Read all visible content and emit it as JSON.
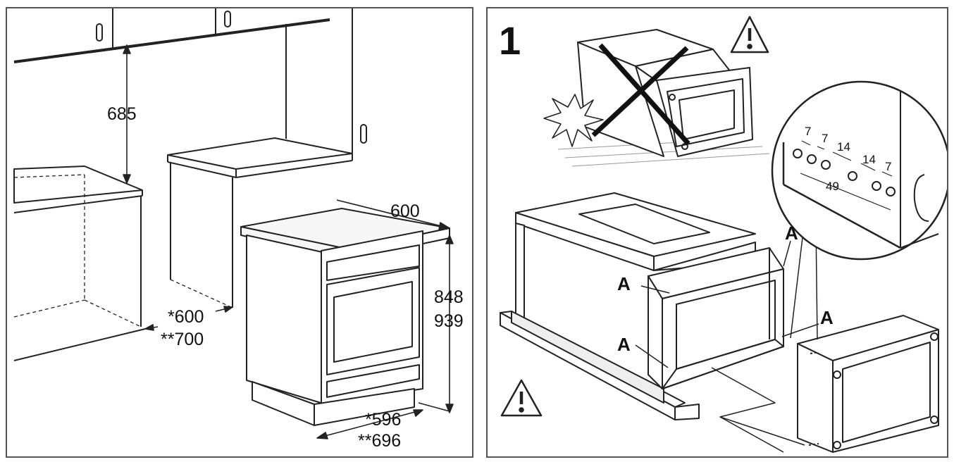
{
  "left_panel": {
    "dimensions": {
      "wall_height": "685",
      "cooker_depth": "600",
      "height_a": "848",
      "height_b": "939",
      "counter_depth_a": "*600",
      "counter_depth_b": "**700",
      "width_a": "*596",
      "width_b": "**696"
    }
  },
  "right_panel": {
    "step_number": "1",
    "hole_spacing": {
      "s1": "7",
      "s2": "7",
      "s3": "14",
      "s4": "14",
      "s5": "7",
      "total": "49"
    },
    "labels": {
      "a1": "A",
      "a2": "A",
      "a3": "A",
      "a4": "A"
    },
    "icons": [
      "warning-triangle-icon",
      "warning-triangle-icon",
      "impact-star-icon",
      "cross-icon"
    ]
  }
}
